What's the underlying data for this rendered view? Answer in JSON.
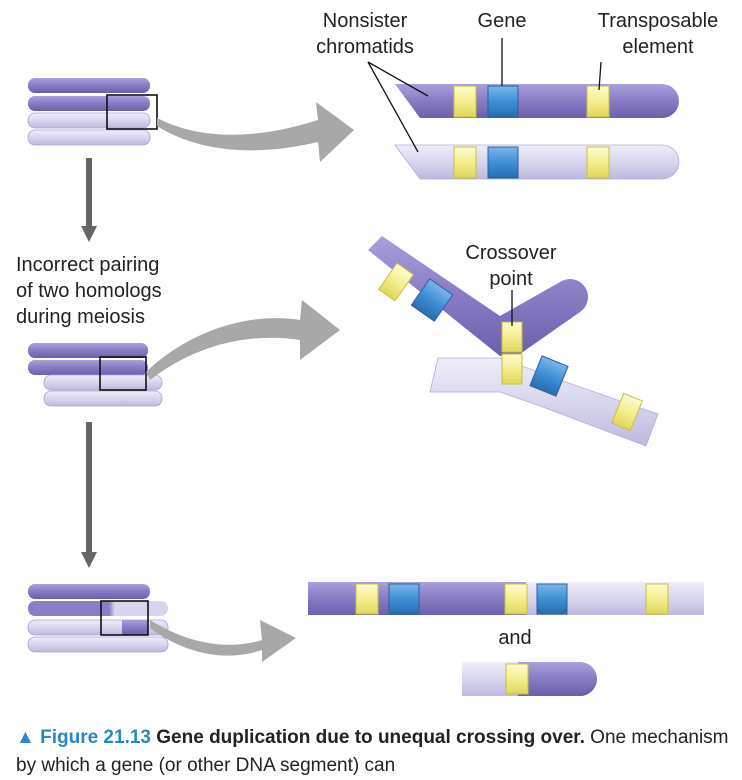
{
  "labels": {
    "nonsister_line1": "Nonsister",
    "nonsister_line2": "chromatids",
    "gene": "Gene",
    "transposable_line1": "Transposable",
    "transposable_line2": "element",
    "incorrect_line1": "Incorrect pairing",
    "incorrect_line2": "of two homologs",
    "incorrect_line3": "during meiosis",
    "crossover_line1": "Crossover",
    "crossover_line2": "point",
    "and": "and"
  },
  "caption": {
    "triangle": "▲",
    "figure_number": "Figure 21.13",
    "title": "Gene duplication due to unequal crossing over.",
    "text": "One mechanism by which a gene (or other DNA segment) can"
  },
  "colors": {
    "dark_chromatid": "#8a7fc6",
    "light_chromatid": "#d8d6ee",
    "gene": "#3f8fd6",
    "transposable_element": "#f4ee8e",
    "arrow": "#a8a8a8",
    "down_arrow": "#666666",
    "figure_blue": "#2a86c8"
  }
}
